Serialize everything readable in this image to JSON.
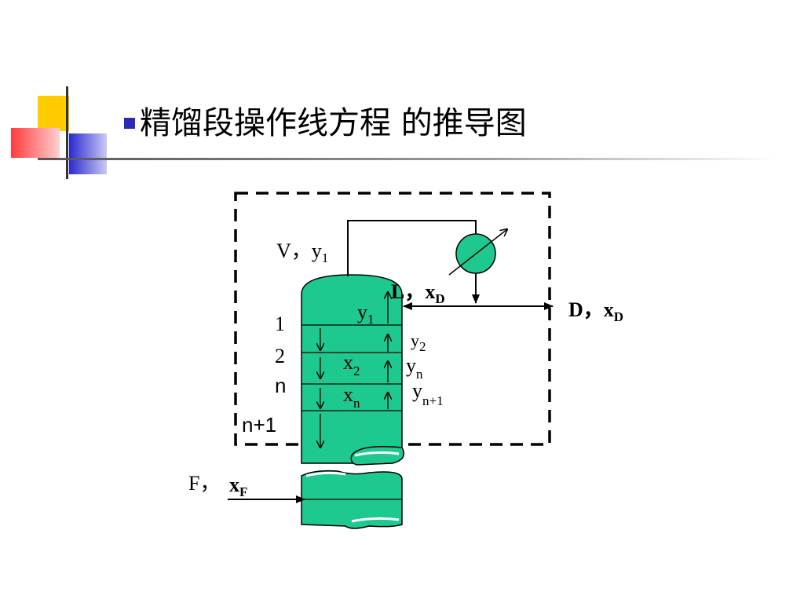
{
  "title": {
    "text": "精馏段操作线方程 的推导图"
  },
  "colors": {
    "column_fill": "#1ec98f",
    "accent_blue": "#2b2bb8",
    "accent_yellow": "#ffcc00",
    "accent_red": "#ff3333"
  },
  "labels": {
    "vapor_V": "V，",
    "vapor_y": "y",
    "vapor_y_sub": "1",
    "reflux_L": "L，",
    "reflux_x": "x",
    "reflux_x_sub": "D",
    "product_D": "D，",
    "product_x": "x",
    "product_x_sub": "D",
    "feed_F": "F，",
    "feed_x": "x",
    "feed_x_sub": "F",
    "inner_y1": "y",
    "inner_y1_sub": "1",
    "y2": "y",
    "y2_sub": "2",
    "x2": "x",
    "x2_sub": "2",
    "yn": "y",
    "yn_sub": "n",
    "xn": "x",
    "xn_sub": "n",
    "yn1": "y",
    "yn1_sub": "n+1"
  },
  "plates": {
    "p1": "1",
    "p2": "2",
    "pn": "n",
    "pn1": "n+1"
  }
}
